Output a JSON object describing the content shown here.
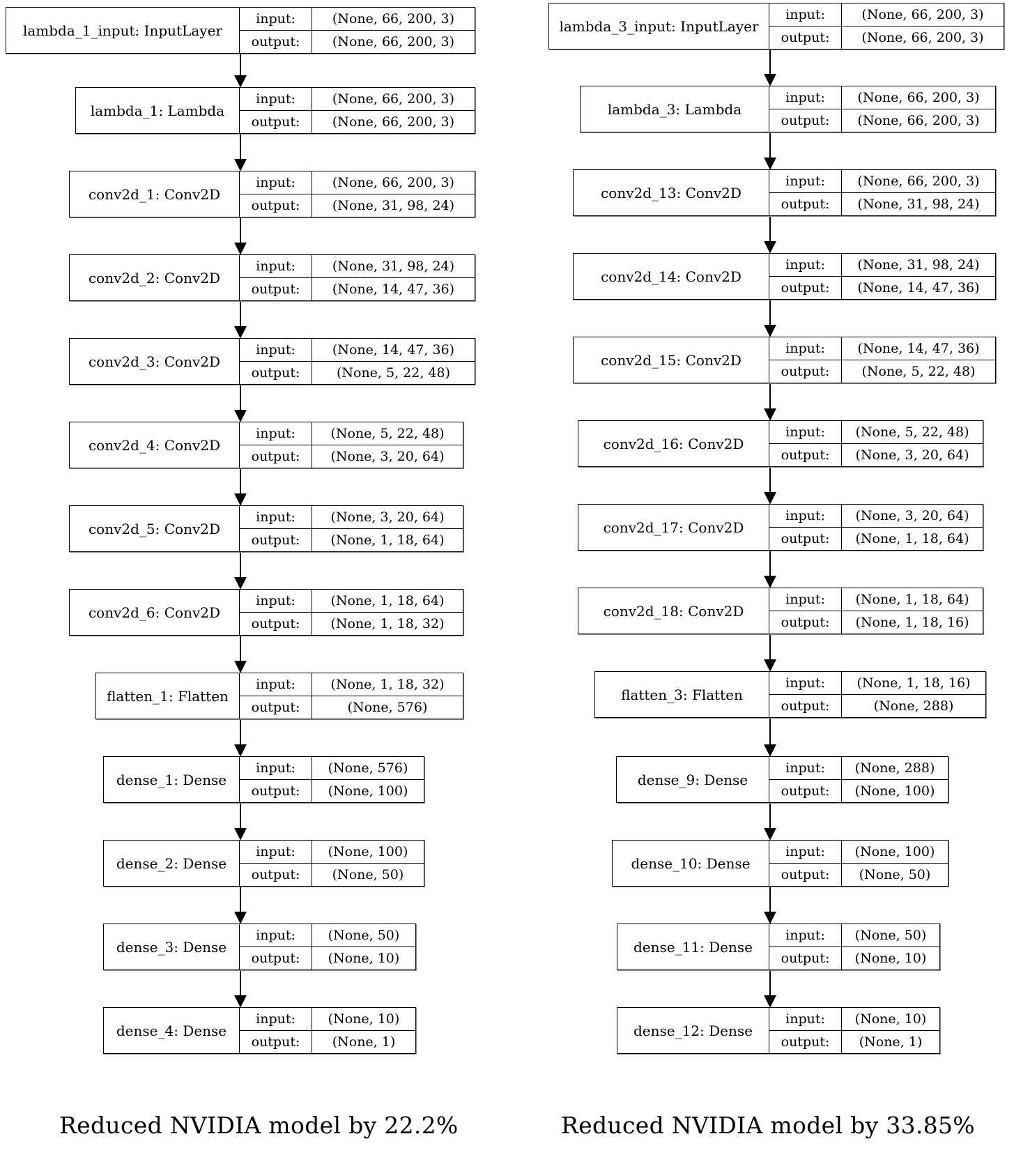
{
  "io_labels": {
    "input": "input:",
    "output": "output:"
  },
  "diagrams": [
    {
      "caption": "Reduced NVIDIA model by 22.2%",
      "layers": [
        {
          "name": "lambda_1_input: InputLayer",
          "input": "(None, 66, 200, 3)",
          "output": "(None, 66, 200, 3)"
        },
        {
          "name": "lambda_1: Lambda",
          "input": "(None, 66, 200, 3)",
          "output": "(None, 66, 200, 3)"
        },
        {
          "name": "conv2d_1: Conv2D",
          "input": "(None, 66, 200, 3)",
          "output": "(None, 31, 98, 24)"
        },
        {
          "name": "conv2d_2: Conv2D",
          "input": "(None, 31, 98, 24)",
          "output": "(None, 14, 47, 36)"
        },
        {
          "name": "conv2d_3: Conv2D",
          "input": "(None, 14, 47, 36)",
          "output": "(None, 5, 22, 48)"
        },
        {
          "name": "conv2d_4: Conv2D",
          "input": "(None, 5, 22, 48)",
          "output": "(None, 3, 20, 64)"
        },
        {
          "name": "conv2d_5: Conv2D",
          "input": "(None, 3, 20, 64)",
          "output": "(None, 1, 18, 64)"
        },
        {
          "name": "conv2d_6: Conv2D",
          "input": "(None, 1, 18, 64)",
          "output": "(None, 1, 18, 32)"
        },
        {
          "name": "flatten_1: Flatten",
          "input": "(None, 1, 18, 32)",
          "output": "(None, 576)"
        },
        {
          "name": "dense_1: Dense",
          "input": "(None, 576)",
          "output": "(None, 100)"
        },
        {
          "name": "dense_2: Dense",
          "input": "(None, 100)",
          "output": "(None, 50)"
        },
        {
          "name": "dense_3: Dense",
          "input": "(None, 50)",
          "output": "(None, 10)"
        },
        {
          "name": "dense_4: Dense",
          "input": "(None, 10)",
          "output": "(None, 1)"
        }
      ]
    },
    {
      "caption": "Reduced NVIDIA model by 33.85%",
      "layers": [
        {
          "name": "lambda_3_input: InputLayer",
          "input": "(None, 66, 200, 3)",
          "output": "(None, 66, 200, 3)"
        },
        {
          "name": "lambda_3: Lambda",
          "input": "(None, 66, 200, 3)",
          "output": "(None, 66, 200, 3)"
        },
        {
          "name": "conv2d_13: Conv2D",
          "input": "(None, 66, 200, 3)",
          "output": "(None, 31, 98, 24)"
        },
        {
          "name": "conv2d_14: Conv2D",
          "input": "(None, 31, 98, 24)",
          "output": "(None, 14, 47, 36)"
        },
        {
          "name": "conv2d_15: Conv2D",
          "input": "(None, 14, 47, 36)",
          "output": "(None, 5, 22, 48)"
        },
        {
          "name": "conv2d_16: Conv2D",
          "input": "(None, 5, 22, 48)",
          "output": "(None, 3, 20, 64)"
        },
        {
          "name": "conv2d_17: Conv2D",
          "input": "(None, 3, 20, 64)",
          "output": "(None, 1, 18, 64)"
        },
        {
          "name": "conv2d_18: Conv2D",
          "input": "(None, 1, 18, 64)",
          "output": "(None, 1, 18, 16)"
        },
        {
          "name": "flatten_3: Flatten",
          "input": "(None, 1, 18, 16)",
          "output": "(None, 288)"
        },
        {
          "name": "dense_9: Dense",
          "input": "(None, 288)",
          "output": "(None, 100)"
        },
        {
          "name": "dense_10: Dense",
          "input": "(None, 100)",
          "output": "(None, 50)"
        },
        {
          "name": "dense_11: Dense",
          "input": "(None, 50)",
          "output": "(None, 10)"
        },
        {
          "name": "dense_12: Dense",
          "input": "(None, 10)",
          "output": "(None, 1)"
        }
      ]
    }
  ]
}
